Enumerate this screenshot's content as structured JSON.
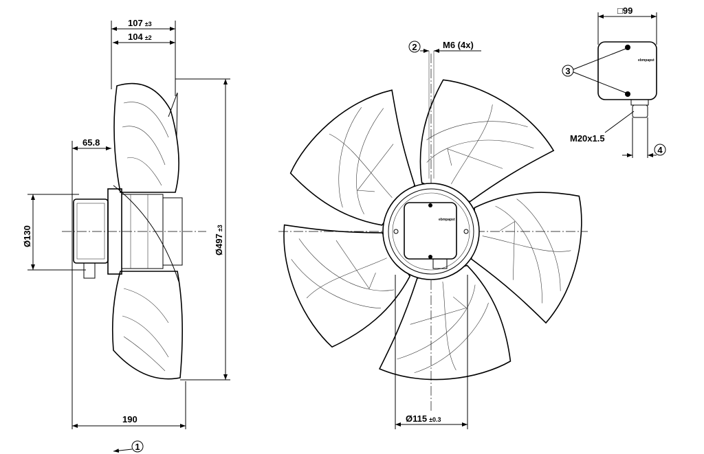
{
  "title": "Axial fan dimension drawing",
  "side_view": {
    "dim_width_outer": {
      "value": "107",
      "tol": "±3"
    },
    "dim_width_inner": {
      "value": "104",
      "tol": "±2"
    },
    "dim_offset": "65.8",
    "dim_motor_dia": "Ø130",
    "dim_blade_dia": {
      "value": "Ø497",
      "tol": "±3"
    },
    "dim_total": "190",
    "callout_1": "1"
  },
  "front_view": {
    "callout_2": "2",
    "thread_label": "M6 (4x)",
    "dim_hub": {
      "value": "Ø115",
      "tol": "±0.3"
    },
    "blade_count": 5,
    "logo": "ebmpapst"
  },
  "terminal_box": {
    "dim_size": "□99",
    "callout_3": "3",
    "gland_label": "M20x1.5",
    "callout_4": "4",
    "logo": "ebmpapst"
  }
}
